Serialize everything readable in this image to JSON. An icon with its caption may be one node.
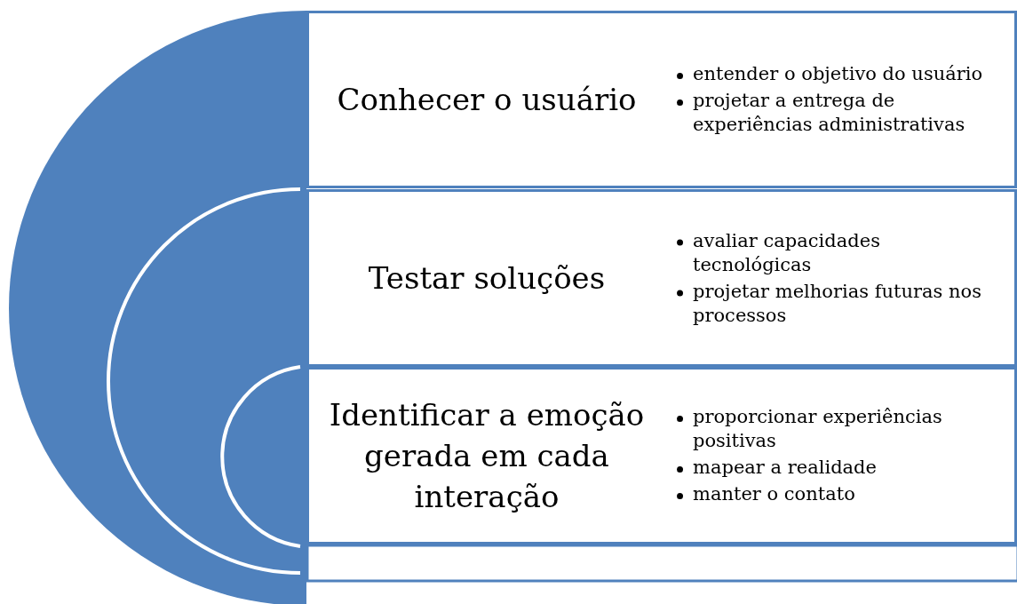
{
  "diagram": {
    "nodes": [
      {
        "text": [
          "Conhecer o usuário",
          "entender o objetivo do usuário",
          "projetar a entrega de experiências administrativas"
        ]
      },
      {
        "text": [
          "Testar soluções",
          "avaliar capacidades tecnológicas",
          "projetar melhorias futuras nos processos"
        ]
      },
      {
        "text": [
          "Identificar a emoção gerada em cada interação",
          "proporcionar experiências positivas",
          "mapear a realidade",
          "manter o contato"
        ]
      }
    ]
  }
}
